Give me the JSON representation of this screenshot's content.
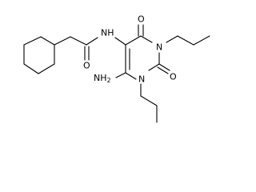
{
  "atom_labels": {
    "amide_nh": "NH",
    "amide_o": "O",
    "ring_n3": "N",
    "ring_n1": "N",
    "c4_o": "O",
    "c2_o": "O",
    "amino": "NH",
    "amino_subscript": "2"
  }
}
